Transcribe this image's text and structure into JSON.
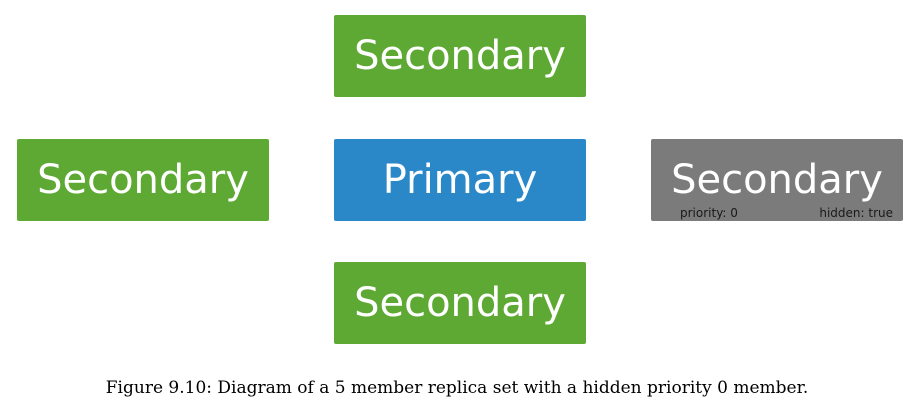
{
  "nodes": {
    "top": {
      "label": "Secondary",
      "color": "#5da933"
    },
    "left": {
      "label": "Secondary",
      "color": "#5da933"
    },
    "center": {
      "label": "Primary",
      "color": "#2b88c8"
    },
    "right": {
      "label": "Secondary",
      "color": "#7b7b7b",
      "priority": "priority: 0",
      "hidden": "hidden: true"
    },
    "bottom": {
      "label": "Secondary",
      "color": "#5da933"
    }
  },
  "caption": "Figure 9.10: Diagram of a 5 member replica set with a hidden priority 0 member."
}
